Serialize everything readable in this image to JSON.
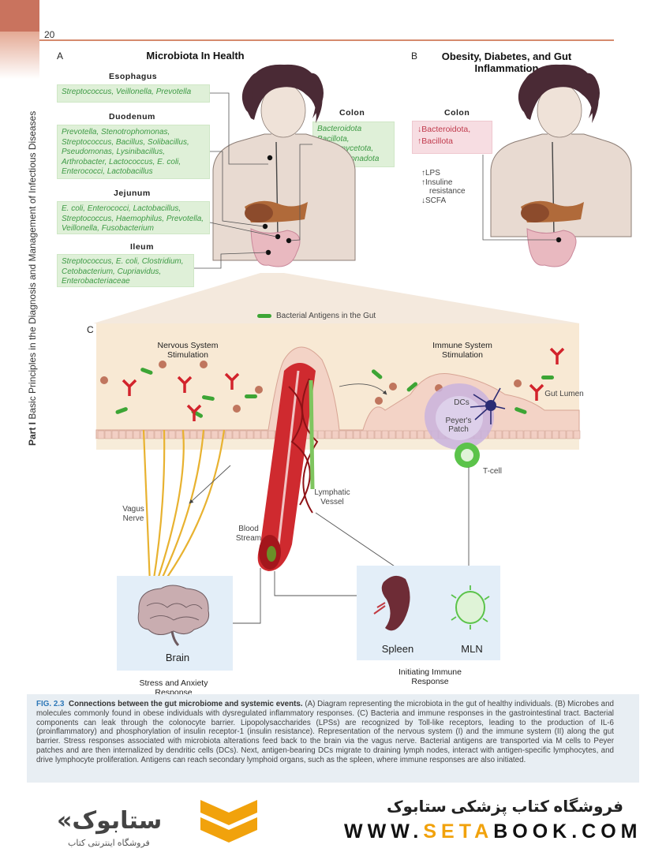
{
  "page": {
    "number": "20",
    "sidebar_part": "Part I",
    "sidebar_title": "Basic Principles in the Diagnosis and Management of Infectious Diseases"
  },
  "panel_a": {
    "letter": "A",
    "title": "Microbiota In Health",
    "regions": [
      {
        "name": "Esophagus",
        "text": "Streptococcus, Veillonella, Prevotella"
      },
      {
        "name": "Duodenum",
        "text": "Prevotella, Stenotrophomonas, Streptococcus, Bacillus, Solibacillus, Pseudomonas, Lysinibacillus, Arthrobacter, Lactococcus, E. coli, Enterococci, Lactobacillus"
      },
      {
        "name": "Jejunum",
        "text": "E. coli, Enterococci, Lactobacillus, Streptococcus, Haemophilus, Prevotella, Veillonella, Fusobacterium"
      },
      {
        "name": "Ileum",
        "text": "Streptococcus, E. coli, Clostridium, Cetobacterium, Cupriavidus, Enterobacteriaceae"
      }
    ],
    "colon": {
      "name": "Colon",
      "text": "Bacteroidota Bacillota, Actinomycetota, Pseudomonadota"
    }
  },
  "panel_b": {
    "letter": "B",
    "title": "Obesity, Diabetes, and Gut Inflammation",
    "colon_name": "Colon",
    "colon_lines": [
      "↓Bacteroidota,",
      "↑Bacillota"
    ],
    "effects": [
      "↑LPS",
      "↑Insuline",
      "resistance",
      "↓SCFA"
    ]
  },
  "panel_c": {
    "letter": "C",
    "antigen_legend": "Bacterial Antigens in the Gut",
    "nervous": "Nervous System Stimulation",
    "immune": "Immune System Stimulation",
    "gut_lumen": "Gut Lumen",
    "dcs": "DCs",
    "peyers": "Peyer's Patch",
    "tcell": "T-cell",
    "vagus": "Vagus Nerve",
    "lymphatic": "Lymphatic Vessel",
    "blood": "Blood Stream",
    "brain": "Brain",
    "brain_caption": "Stress and Anxiety Response",
    "spleen": "Spleen",
    "mln": "MLN",
    "immune_caption": "Initiating Immune Response"
  },
  "caption": {
    "fig": "FIG. 2.3",
    "title": "Connections between the gut microbiome and systemic events.",
    "body": "(A) Diagram representing the microbiota in the gut of healthy individuals. (B) Microbes and molecules commonly found in obese individuals with dysregulated inflammatory responses. (C) Bacteria and immune responses in the gastrointestinal tract. Bacterial components can leak through the colonocyte barrier. Lipopolysaccharides (LPSs) are recognized by Toll-like receptors, leading to the production of IL-6 (proinflammatory) and phosphorylation of insulin receptor-1 (insulin resistance). Representation of the nervous system (I) and the immune system (II) along the gut barrier. Stress responses associated with microbiota alterations feed back to the brain via the vagus nerve. Bacterial antigens are transported via M cells to Peyer patches and are then internalized by dendritic cells (DCs). Next, antigen-bearing DCs migrate to draining lymph nodes, interact with antigen-specific lymphocytes, and drive lymphocyte proliferation. Antigens can reach secondary lymphoid organs, such as the spleen, where immune responses are also initiated."
  },
  "footer": {
    "store_fa": "فروشگاه کتاب پزشکی ستابوک",
    "url_pre": "WWW.",
    "url_accent": "SETA",
    "url_post": "BOOK.COM",
    "logo_fa": "فروشگاه اینترنتی کتاب"
  },
  "colors": {
    "accent": "#d58a6d",
    "green_text": "#3e9a45",
    "green_box": "#dff0d8",
    "pink_box": "#f7dde2",
    "figure_blue": "#2e78b8",
    "footer_orange": "#f1a20c"
  }
}
